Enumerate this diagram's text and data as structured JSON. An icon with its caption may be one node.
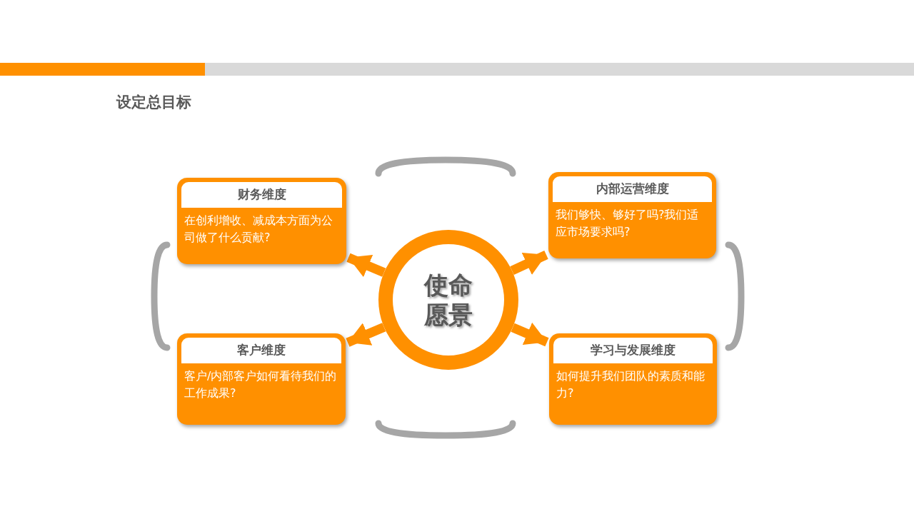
{
  "diagram": {
    "title": "设定总目标",
    "nodes": [
      {
        "text": [
          "财务维度",
          "在创利增收、减成本方面为公司做了什么贡献?"
        ]
      },
      {
        "text": [
          "内部运营维度",
          "我们够快、够好了吗?我们适应市场要求吗?"
        ]
      },
      {
        "text": [
          "使命愿景"
        ]
      },
      {
        "text": [
          "客户维度",
          "客户/内部客户如何看待我们的工作成果?"
        ]
      },
      {
        "text": [
          "学习与发展维度",
          "如何提升我们团队的素质和能力?"
        ]
      }
    ],
    "edges": [
      {
        "from": 2,
        "to": 0,
        "arrow": "to"
      },
      {
        "from": 2,
        "to": 1,
        "arrow": "to"
      },
      {
        "from": 2,
        "to": 3,
        "arrow": "to"
      },
      {
        "from": 2,
        "to": 4,
        "arrow": "to"
      }
    ]
  }
}
